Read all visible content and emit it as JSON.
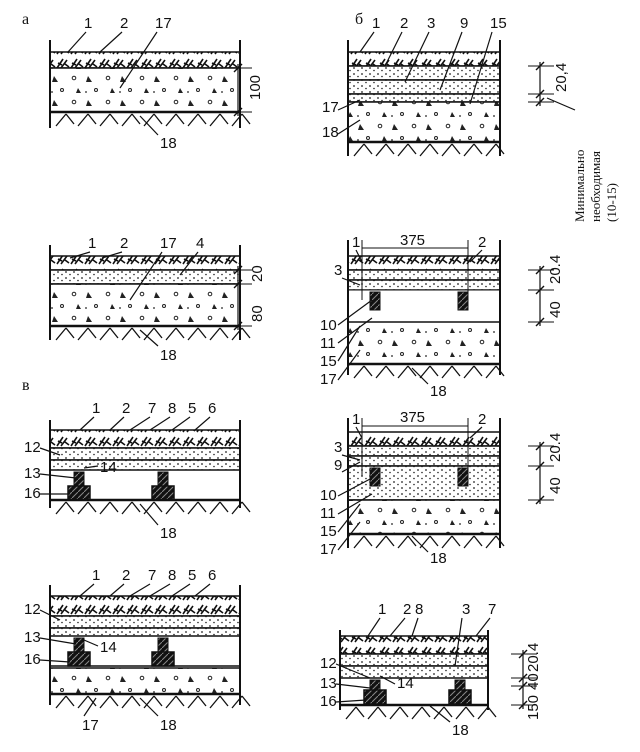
{
  "section_letters": {
    "a": "а",
    "b": "б",
    "v": "в"
  },
  "a_top": {
    "labels": [
      "1",
      "2",
      "17",
      "18"
    ],
    "dims": [
      "100"
    ]
  },
  "a_bottom": {
    "labels": [
      "1",
      "2",
      "17",
      "4",
      "18"
    ],
    "dims": [
      "20",
      "80"
    ]
  },
  "b_top": {
    "labels": [
      "1",
      "2",
      "3",
      "9",
      "15",
      "17",
      "18"
    ],
    "dims": [
      "20,4"
    ],
    "note": [
      "Минимально",
      "необходимая",
      "(10-15)"
    ]
  },
  "b_mid1": {
    "labels": [
      "1",
      "2",
      "3",
      "10",
      "11",
      "15",
      "17",
      "18"
    ],
    "dims": [
      "375",
      "20.4",
      "40"
    ]
  },
  "b_mid2": {
    "labels": [
      "1",
      "2",
      "3",
      "9",
      "10",
      "11",
      "15",
      "17",
      "18"
    ],
    "dims": [
      "375",
      "20.4",
      "40"
    ]
  },
  "b_bottom": {
    "labels": [
      "1",
      "2",
      "8",
      "3",
      "7",
      "12",
      "13",
      "14",
      "16",
      "18"
    ],
    "dims": [
      "150",
      "40",
      "20.4"
    ]
  },
  "v_top": {
    "labels": [
      "1",
      "2",
      "7",
      "8",
      "5",
      "6",
      "12",
      "13",
      "14",
      "16",
      "18"
    ]
  },
  "v_bottom": {
    "labels": [
      "1",
      "2",
      "7",
      "8",
      "5",
      "6",
      "12",
      "13",
      "14",
      "16",
      "17",
      "18"
    ]
  }
}
